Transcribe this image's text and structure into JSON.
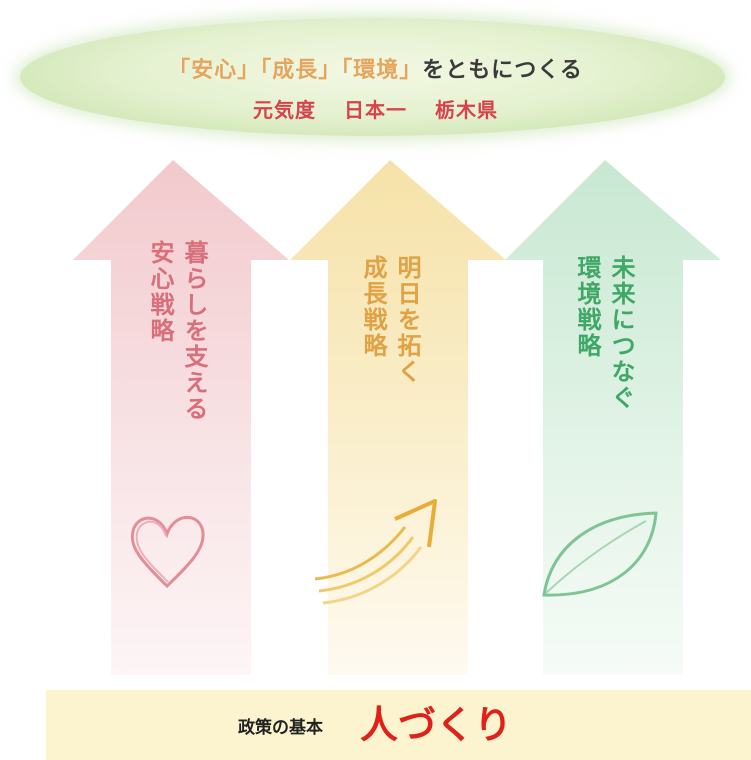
{
  "banner": {
    "keyword1": "安心",
    "keyword2": "成長",
    "keyword3": "環境",
    "line1_tail": "をともにつくる",
    "line2_part1": "元気度",
    "line2_part2": "日本一",
    "line2_part3": "栃木県"
  },
  "colors": {
    "safety": "#e8a7ad",
    "growth": "#f1d08a",
    "environment": "#9fd6b4",
    "banner_keyword": "#e2a65c",
    "banner_line2": "#d8424a",
    "base_value": "#e0211a"
  },
  "strategies": [
    {
      "line1": "暮らしを支える",
      "line2": "安心戦略",
      "icon": "heart-icon"
    },
    {
      "line1": "明日を拓く",
      "line2": "成長戦略",
      "icon": "upward-arrow-icon"
    },
    {
      "line1": "未来につなぐ",
      "line2": "環境戦略",
      "icon": "leaf-icon"
    }
  ],
  "base": {
    "label": "政策の基本",
    "value": "人づくり"
  }
}
